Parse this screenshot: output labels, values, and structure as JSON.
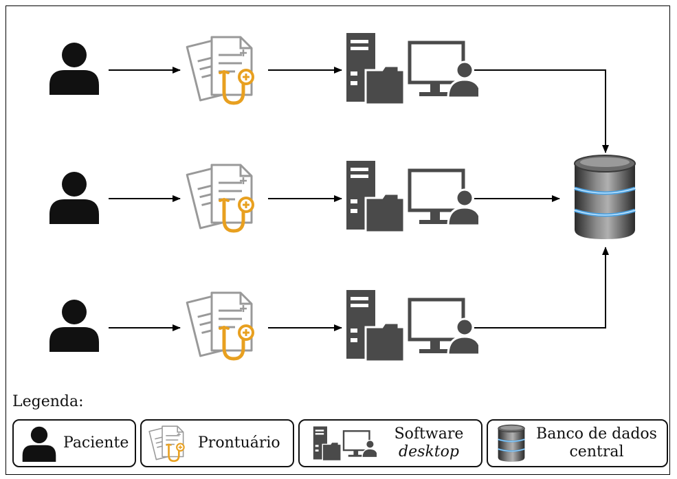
{
  "legend": {
    "title": "Legenda:",
    "patient": "Paciente",
    "record": "Prontuário",
    "software_line1": "Software",
    "software_line2": "desktop",
    "database_line1": "Banco de dados",
    "database_line2": "central"
  },
  "colors": {
    "stethoscope": "#e8a020",
    "computer": "#4a4a4a",
    "database_blue": "#4aa0e0",
    "lines": "#000000"
  },
  "icons": [
    "person-icon",
    "medical-record-icon",
    "desktop-software-icon",
    "database-icon"
  ]
}
